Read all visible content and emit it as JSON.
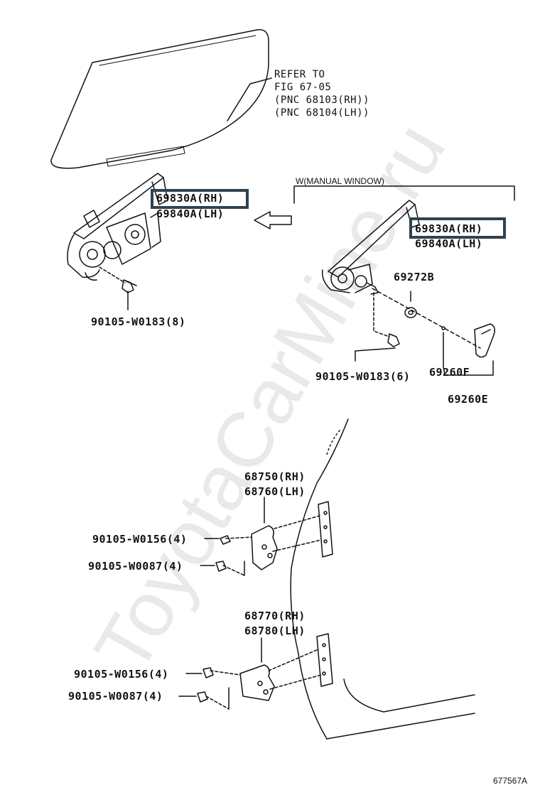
{
  "colors": {
    "line": "#111111",
    "highlight": "#2e434e",
    "watermark": "#d8d8d8"
  },
  "watermark": "ToyotaCarMine.ru",
  "refer": {
    "line1": "REFER TO",
    "line2": "FIG 67-05",
    "line3": "(PNC 68103(RH))",
    "line4": "(PNC 68104(LH))"
  },
  "regulator_power": {
    "rh": "69830A(RH)",
    "lh": "69840A(LH)"
  },
  "manual_window": {
    "caption": "W(MANUAL WINDOW)",
    "rh": "69830A(RH)",
    "lh": "69840A(LH)"
  },
  "parts": {
    "bolt_power": "90105-W0183(8)",
    "spacer": "69272B",
    "bolt_manual": "90105-W0183(6)",
    "handle": "69260F",
    "handle_assy": "69260E",
    "upper_hinge_rh": "68750(RH)",
    "upper_hinge_lh": "68760(LH)",
    "upper_bolt_1": "90105-W0156(4)",
    "upper_bolt_2": "90105-W0087(4)",
    "lower_hinge_rh": "68770(RH)",
    "lower_hinge_lh": "68780(LH)",
    "lower_bolt_1": "90105-W0156(4)",
    "lower_bolt_2": "90105-W0087(4)"
  },
  "illustration_id": "677567A"
}
